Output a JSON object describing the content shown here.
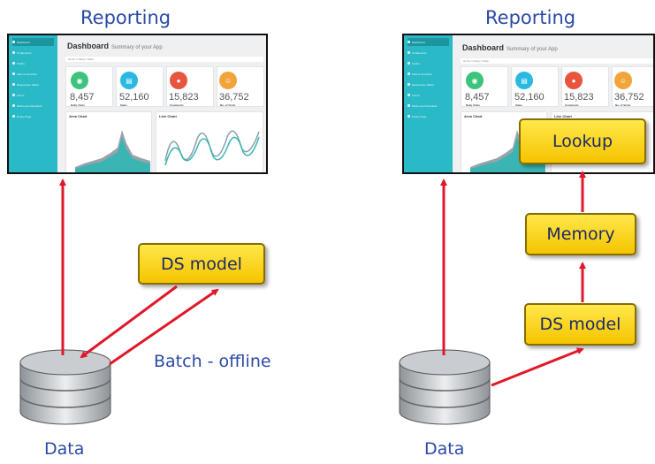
{
  "left": {
    "title": "Reporting",
    "model_label": "DS model",
    "batch_label": "Batch - offline",
    "data_label": "Data"
  },
  "right": {
    "title": "Reporting",
    "lookup_label": "Lookup",
    "memory_label": "Memory",
    "model_label": "DS model",
    "data_label": "Data"
  },
  "dashboard": {
    "title": "Dashboard",
    "subtitle": "Summary of your App",
    "breadcrumb": "Home / Library / Data",
    "stats": [
      {
        "value": "8,457",
        "label": "Daily Visits",
        "color": "#3cc47c",
        "icon": "eye-icon"
      },
      {
        "value": "52,160",
        "label": "Sales",
        "color": "#2ab9e0",
        "icon": "cart-icon"
      },
      {
        "value": "15,823",
        "label": "Comments",
        "color": "#e8553e",
        "icon": "chat-icon"
      },
      {
        "value": "36,752",
        "label": "No. of Visits",
        "color": "#f0a43a",
        "icon": "group-icon"
      }
    ],
    "area_chart_title": "Area Chart",
    "line_chart_title": "Line Chart",
    "sidebar_items": [
      "Dashboard",
      "UI Elements",
      "Charts",
      "Tabs & Accordion",
      "Responsive Tables",
      "Forms",
      "Multi-Level Dropdown",
      "Empty Page"
    ]
  },
  "colors": {
    "arrow": "#e0182a",
    "text_blue": "#2b4aa6",
    "box_fill": "#ffd814",
    "sidebar": "#2ab9c6"
  }
}
